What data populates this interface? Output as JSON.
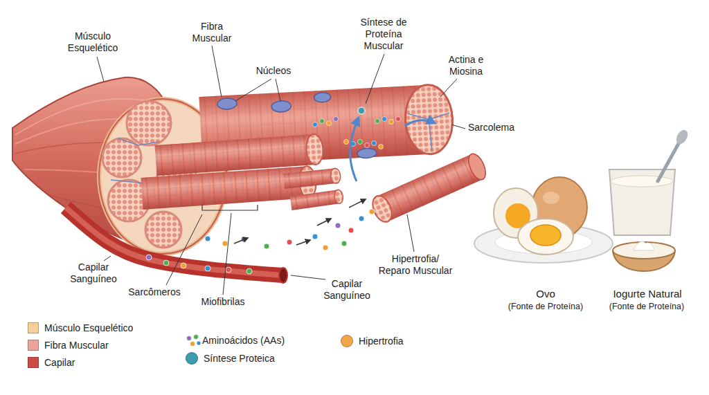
{
  "diagram": {
    "labels": [
      "Músculo Esquelético",
      "Fibra Muscular",
      "Núcleos",
      "Síntese de Proteína Muscular",
      "Actina e Miosina",
      "Sarcolema",
      "Capilar Sanguíneo",
      "Sarcômeros",
      "Miofibrilas",
      "Capilar Sanguíneo",
      "Hipertrofia/ Reparo Muscular",
      "Ovo",
      "(Fonte de Proteína)",
      "Iogurte Natural",
      "(Fonte de Proteína)"
    ],
    "legend": [
      {
        "text": "Músculo Esquelético",
        "color": "#f5cf96"
      },
      {
        "text": "Fibra Muscular",
        "color": "#eba497"
      },
      {
        "text": "Capilar",
        "color": "#d04a43"
      },
      {
        "text": "Aminoácidos (AAs)"
      },
      {
        "text": "Síntese Proteica",
        "color": "#3d9db0"
      },
      {
        "text": "Hipertrofia",
        "color": "#f2a64a"
      }
    ]
  }
}
